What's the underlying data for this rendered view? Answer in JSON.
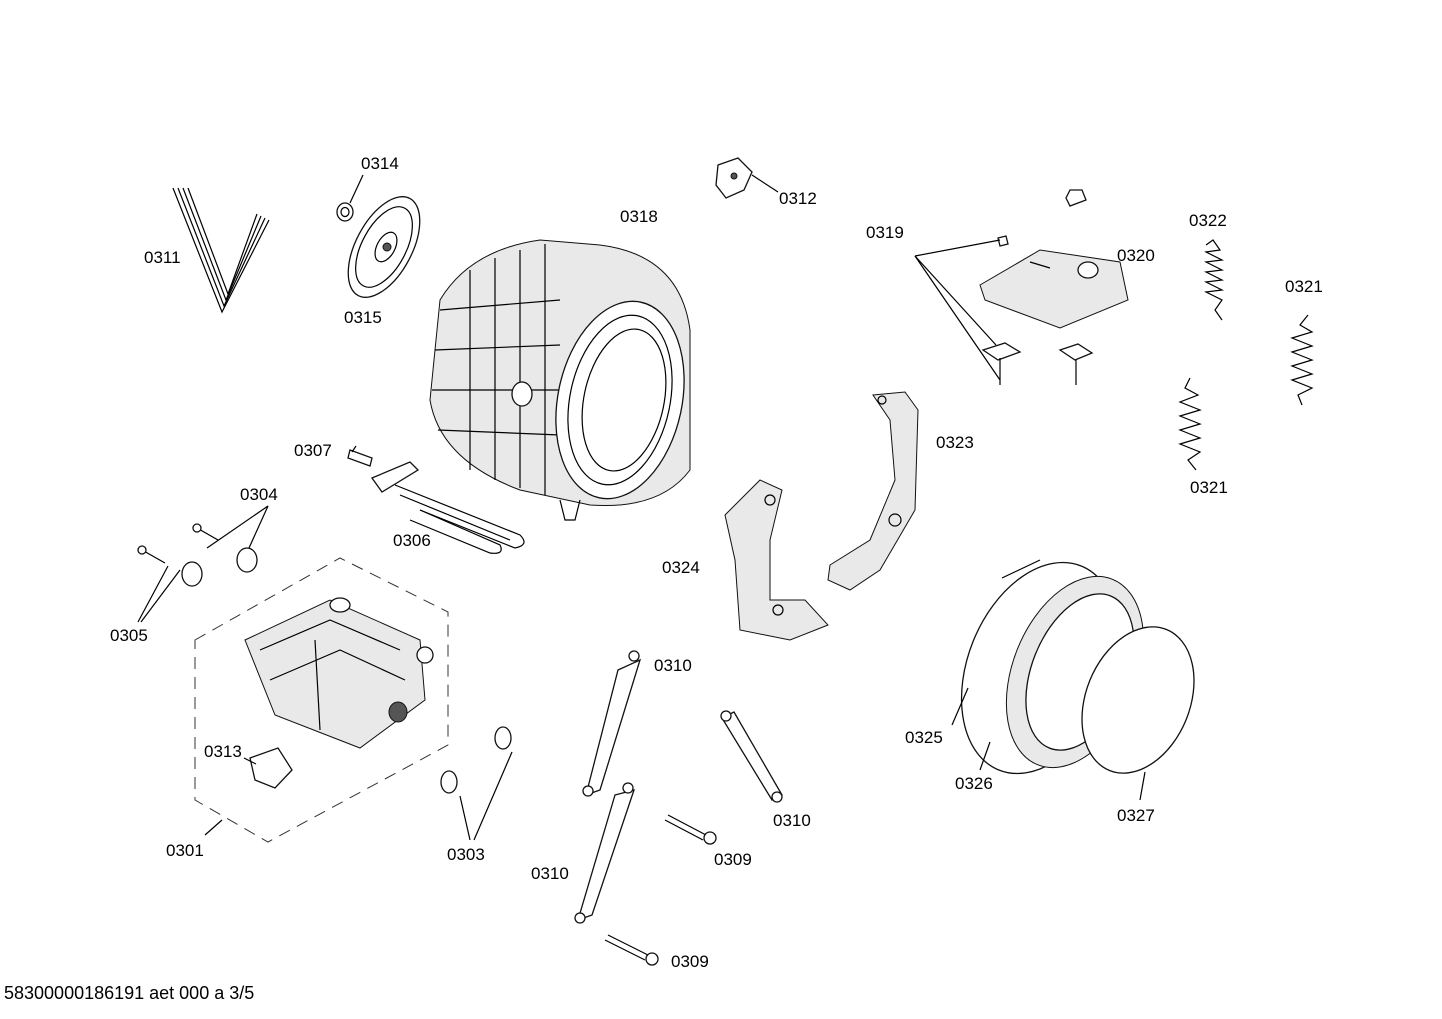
{
  "labels": {
    "p0301": "0301",
    "p0303": "0303",
    "p0304": "0304",
    "p0305": "0305",
    "p0306": "0306",
    "p0307": "0307",
    "p0309a": "0309",
    "p0309b": "0309",
    "p0310a": "0310",
    "p0310b": "0310",
    "p0310c": "0310",
    "p0311": "0311",
    "p0312": "0312",
    "p0313": "0313",
    "p0314": "0314",
    "p0315": "0315",
    "p0318": "0318",
    "p0319": "0319",
    "p0320": "0320",
    "p0321a": "0321",
    "p0321b": "0321",
    "p0322": "0322",
    "p0323": "0323",
    "p0324": "0324",
    "p0325": "0325",
    "p0326": "0326",
    "p0327": "0327"
  },
  "footer": "58300000186191 aet 000 a 3/5"
}
